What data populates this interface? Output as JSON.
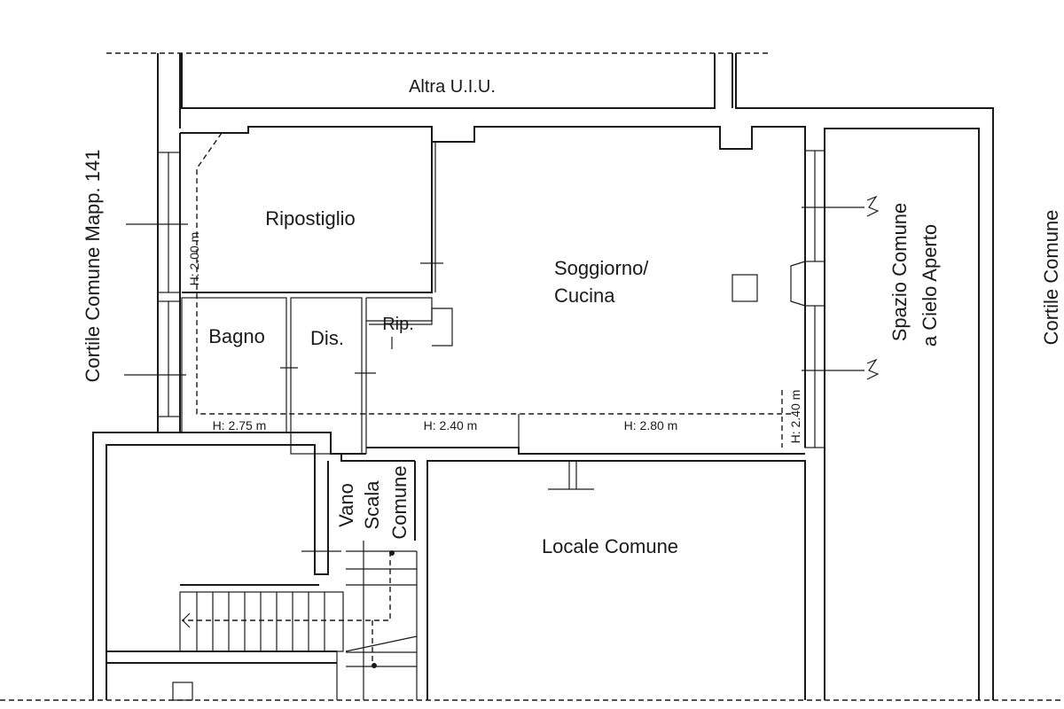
{
  "plan": {
    "labels": {
      "altra_uiu": "Altra U.I.U.",
      "cortile_mapp": "Cortile Comune Mapp. 141",
      "ripostiglio": "Ripostiglio",
      "soggiorno_l1": "Soggiorno/",
      "soggiorno_l2": "Cucina",
      "rip": "Rip.",
      "bagno": "Bagno",
      "dis": "Dis.",
      "spazio_l1": "Spazio Comune",
      "spazio_l2": "a Cielo Aperto",
      "cortile_comune": "Cortile Comune",
      "vano": "Vano",
      "scala": "Scala",
      "comune": "Comune",
      "locale_comune": "Locale Comune"
    },
    "heights": {
      "h_200": "H: 2.00 m",
      "h_275": "H: 2.75 m",
      "h_240_a": "H: 2.40 m",
      "h_280": "H: 2.80 m",
      "h_240_b": "H: 2.40 m"
    }
  }
}
